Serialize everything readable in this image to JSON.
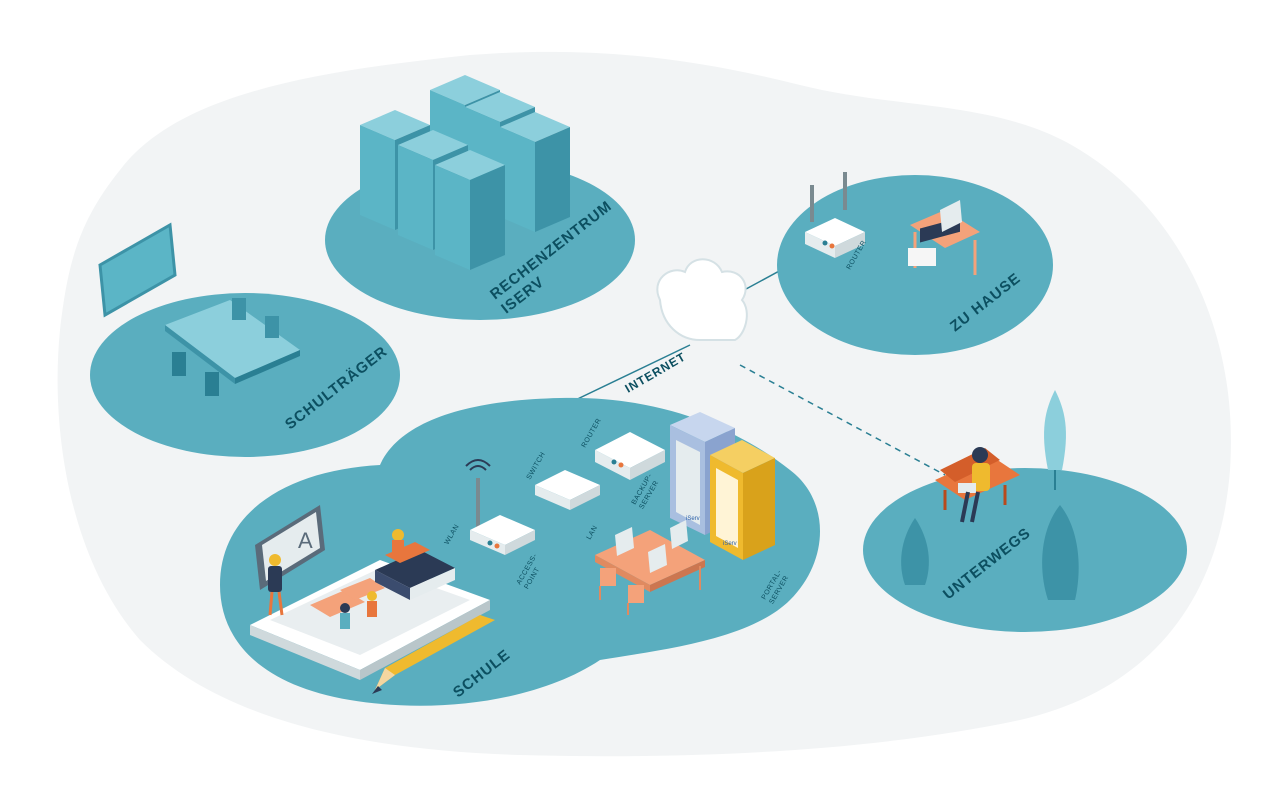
{
  "zones": {
    "rechenzentrum": {
      "line1": "RECHENZENTRUM",
      "line2": "ISERV"
    },
    "schultraeger": {
      "label": "SCHULTRÄGER"
    },
    "zuhause": {
      "label": "ZU HAUSE",
      "router": "ROUTER"
    },
    "unterwegs": {
      "label": "UNTERWEGS"
    },
    "schule": {
      "label": "SCHULE"
    }
  },
  "network": {
    "internet": "INTERNET",
    "router": "ROUTER",
    "switch": "SWITCH",
    "wlan": "WLAN",
    "access_point_1": "ACCESS-",
    "access_point_2": "POINT",
    "lan": "LAN",
    "backup_server_1": "BACKUP-",
    "backup_server_2": "SERVER",
    "portal_server_1": "PORTAL-",
    "portal_server_2": "SERVER",
    "server_brand": "iServ"
  },
  "whiteboard_letter": "A",
  "colors": {
    "background_blob": "#f2f4f5",
    "zone": "#5aaebf",
    "zone_dark": "#3d93a7",
    "label": "#0c4f60",
    "server_teal": "#4aa6b8",
    "server_blue": "#a9bfe0",
    "server_yellow": "#efba2e",
    "desk": "#f4a27a"
  }
}
